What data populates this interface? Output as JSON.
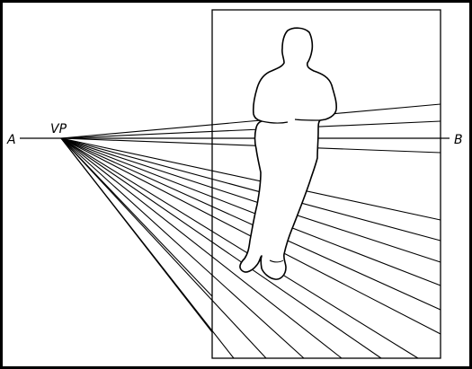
{
  "labels": {
    "horizon_left": "A",
    "vanishing_point": "VP",
    "horizon_right": "B"
  },
  "colors": {
    "line": "#000000",
    "background": "#ffffff"
  },
  "figure": {
    "subject": "silhouette-of-man",
    "style": "white-fill-black-outline"
  }
}
